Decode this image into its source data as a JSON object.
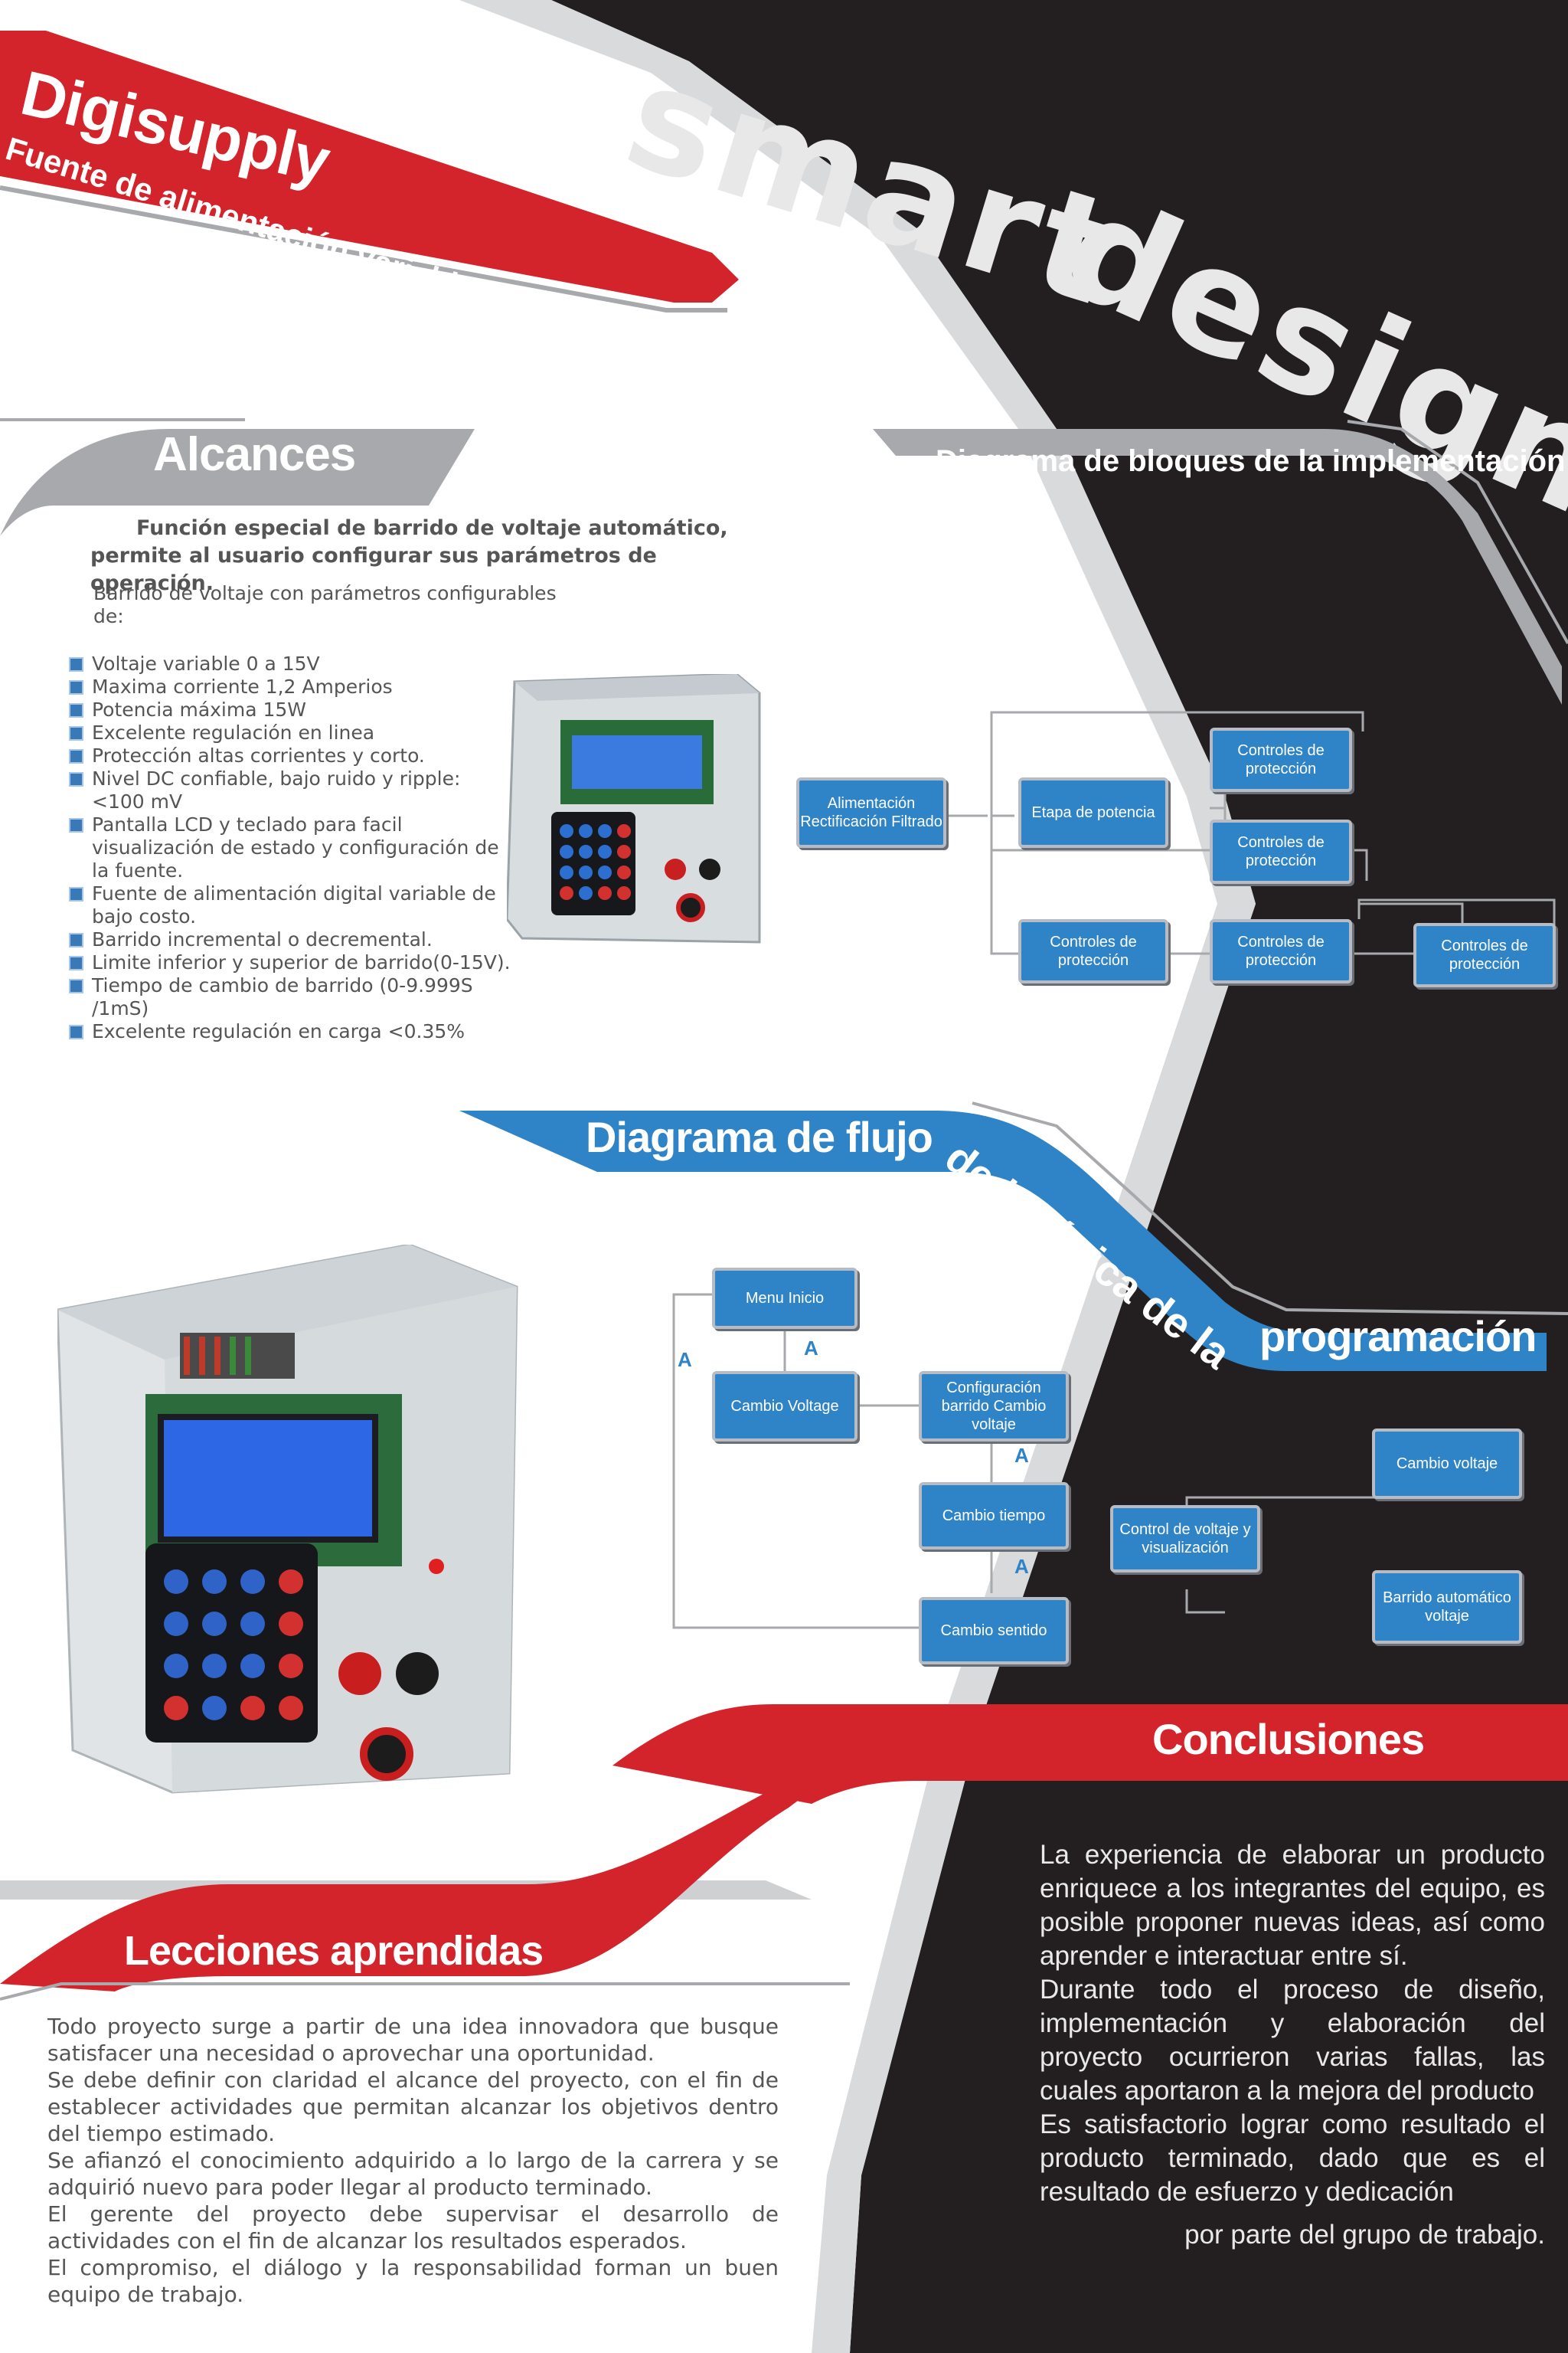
{
  "header": {
    "title": "Digisupply",
    "subtitle": "Fuente de alimentación variable DC",
    "brand_line1": "smart",
    "brand_line2": "design"
  },
  "alcances": {
    "heading": "Alcances",
    "intro_line1": "Función especial de barrido de voltaje automático,",
    "intro_line2": "permite al usuario configurar sus parámetros de operación.",
    "lead": "Barrido de voltaje con parámetros configurables de:",
    "items": [
      "Voltaje variable 0 a 15V",
      "Maxima corriente 1,2 Amperios",
      "Potencia máxima 15W",
      "Excelente regulación en linea",
      "Protección altas corrientes y corto.",
      "Nivel DC confiable, bajo ruido y ripple: <100 mV",
      "Pantalla LCD y teclado para facil visualización de estado y configuración de la fuente.",
      "Fuente de alimentación digital variable de bajo costo.",
      "Barrido incremental o decremental.",
      "Limite inferior y superior de barrido(0-15V).",
      "Tiempo de cambio de barrido (0-9.999S /1mS)",
      "Excelente regulación en carga <0.35%"
    ]
  },
  "block_diagram": {
    "heading": "Diagrama de bloques de la implementación",
    "alimentacion": "Alimentación Rectificación Filtrado",
    "etapa": "Etapa de potencia",
    "controles": "Controles de protección"
  },
  "flow_diagram": {
    "heading_a": "Diagrama de flujo",
    "heading_b": "de la lógica de la",
    "heading_c": "programación",
    "menu": "Menu Inicio",
    "cambio_voltage": "Cambio Voltage",
    "configuracion": "Configuración barrido Cambio voltaje",
    "cambio_tiempo": "Cambio tiempo",
    "cambio_sentido": "Cambio sentido",
    "control": "Control de voltaje y visualización",
    "cambio_voltaje": "Cambio voltaje",
    "barrido": "Barrido automático voltaje",
    "label_a": "A"
  },
  "conclusiones": {
    "heading": "Conclusiones",
    "p1": "La experiencia de elaborar un producto enriquece a los integrantes del equipo, es posible proponer nuevas ideas, así como aprender e interactuar entre sí.",
    "p2": "Durante todo el proceso de diseño, implementación y elaboración del proyecto ocurrieron varias fallas, las cuales aportaron a la mejora del producto",
    "p3": "Es satisfactorio lograr como resultado el producto terminado, dado que es el resultado de esfuerzo y dedicación",
    "p4": "por parte del grupo de trabajo."
  },
  "lecciones": {
    "heading": "Lecciones aprendidas",
    "p1": "Todo proyecto surge a partir de una idea innovadora que busque satisfacer una necesidad o aprovechar una oportunidad.",
    "p2": "Se debe definir con claridad el alcance del proyecto, con el fin de establecer actividades que permitan alcanzar los objetivos dentro del tiempo estimado.",
    "p3": "Se afianzó el conocimiento adquirido a lo largo de la carrera y se adquirió nuevo para poder llegar al producto terminado.",
    "p4": "El gerente del proyecto debe supervisar el desarrollo de actividades con el fin de alcanzar los resultados esperados.",
    "p5": "El compromiso, el diálogo y la responsabilidad forman un buen equipo de trabajo."
  },
  "colors": {
    "red": "#d3242b",
    "dark": "#231f20",
    "gray": "#a7a9ac",
    "blue": "#2f83c7"
  }
}
